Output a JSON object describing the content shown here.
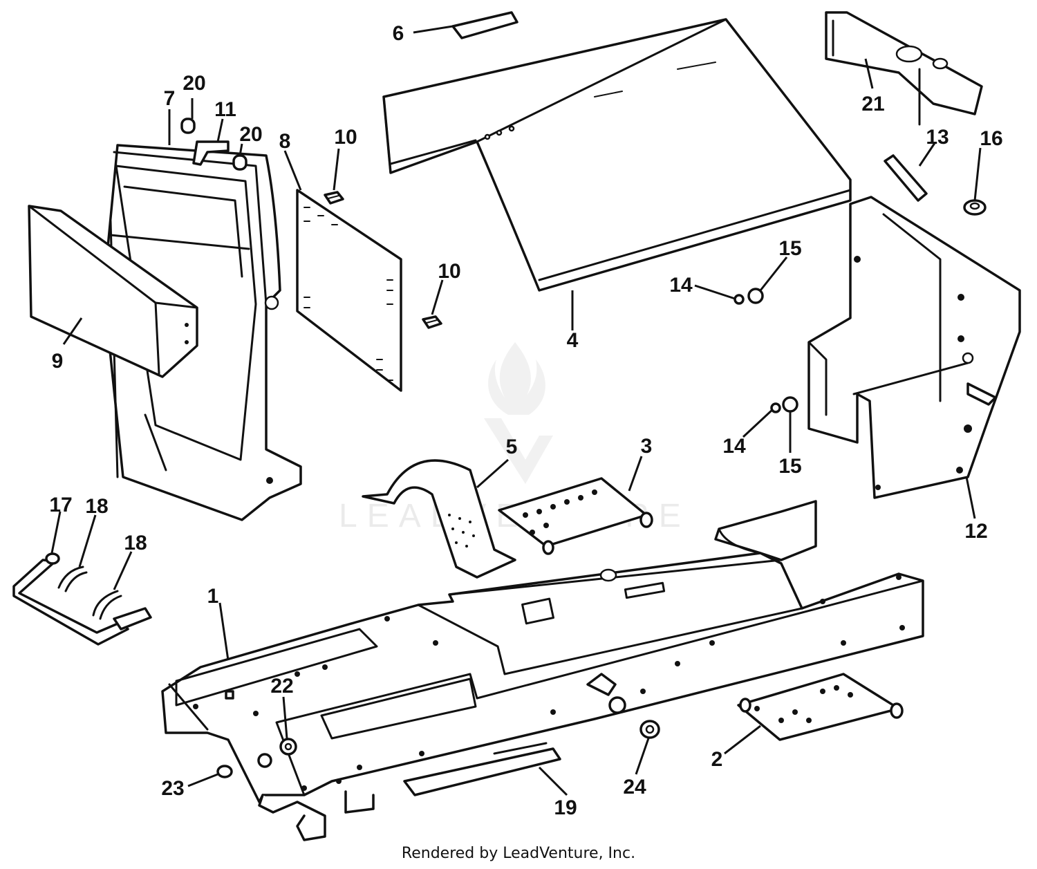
{
  "watermark": {
    "text": "LEADVENTURE",
    "color": "#d8d8d8"
  },
  "footer": {
    "text": "Rendered by LeadVenture, Inc."
  },
  "callouts": [
    {
      "id": "c1",
      "label": "1"
    },
    {
      "id": "c2",
      "label": "2"
    },
    {
      "id": "c3",
      "label": "3"
    },
    {
      "id": "c4",
      "label": "4"
    },
    {
      "id": "c5",
      "label": "5"
    },
    {
      "id": "c6",
      "label": "6"
    },
    {
      "id": "c7",
      "label": "7"
    },
    {
      "id": "c8",
      "label": "8"
    },
    {
      "id": "c9",
      "label": "9"
    },
    {
      "id": "c10a",
      "label": "10"
    },
    {
      "id": "c10b",
      "label": "10"
    },
    {
      "id": "c11",
      "label": "11"
    },
    {
      "id": "c12",
      "label": "12"
    },
    {
      "id": "c13",
      "label": "13"
    },
    {
      "id": "c14a",
      "label": "14"
    },
    {
      "id": "c14b",
      "label": "14"
    },
    {
      "id": "c15a",
      "label": "15"
    },
    {
      "id": "c15b",
      "label": "15"
    },
    {
      "id": "c16",
      "label": "16"
    },
    {
      "id": "c17",
      "label": "17"
    },
    {
      "id": "c18a",
      "label": "18"
    },
    {
      "id": "c18b",
      "label": "18"
    },
    {
      "id": "c19",
      "label": "19"
    },
    {
      "id": "c20a",
      "label": "20"
    },
    {
      "id": "c20b",
      "label": "20"
    },
    {
      "id": "c21",
      "label": "21"
    },
    {
      "id": "c22",
      "label": "22"
    },
    {
      "id": "c23",
      "label": "23"
    },
    {
      "id": "c24",
      "label": "24"
    }
  ]
}
